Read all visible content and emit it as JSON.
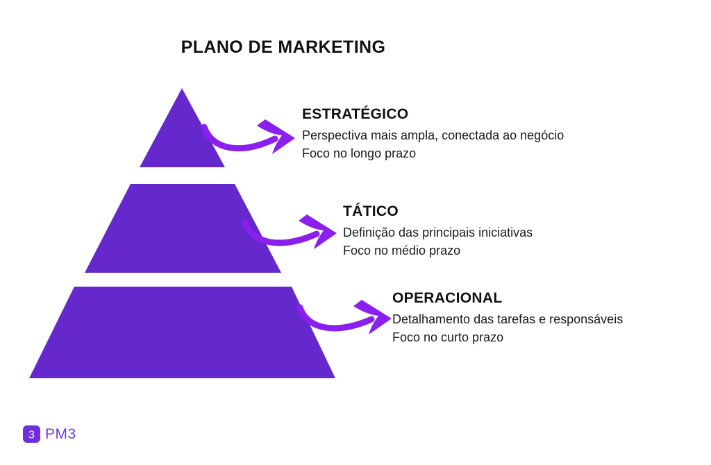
{
  "page": {
    "title": "PLANO DE MARKETING",
    "background_color": "#ffffff"
  },
  "colors": {
    "pyramid_fill": "#6428CC",
    "arrow": "#8A1FEE",
    "heading_text": "#111111",
    "body_text": "#1a1a1a",
    "logo_purple": "#6F2FE0"
  },
  "pyramid": {
    "levels": [
      {
        "id": "strategic",
        "shape": "triangle",
        "heading": "ESTRATÉGICO",
        "lines": [
          "Perspectiva mais ampla, conectada ao negócio",
          "Foco no longo prazo"
        ]
      },
      {
        "id": "tactical",
        "shape": "trapezoid",
        "heading": "TÁTICO",
        "lines": [
          "Definição das principais iniciativas",
          "Foco no médio prazo"
        ]
      },
      {
        "id": "operational",
        "shape": "trapezoid",
        "heading": "OPERACIONAL",
        "lines": [
          "Detalhamento das tarefas e responsáveis",
          "Foco no curto prazo"
        ]
      }
    ]
  },
  "arrows": [
    {
      "id": "arrow-strategic",
      "points_to": "strategic"
    },
    {
      "id": "arrow-tactical",
      "points_to": "tactical"
    },
    {
      "id": "arrow-operational",
      "points_to": "operational"
    }
  ],
  "logo": {
    "mark_glyph": "3",
    "wordmark": "PM3"
  }
}
